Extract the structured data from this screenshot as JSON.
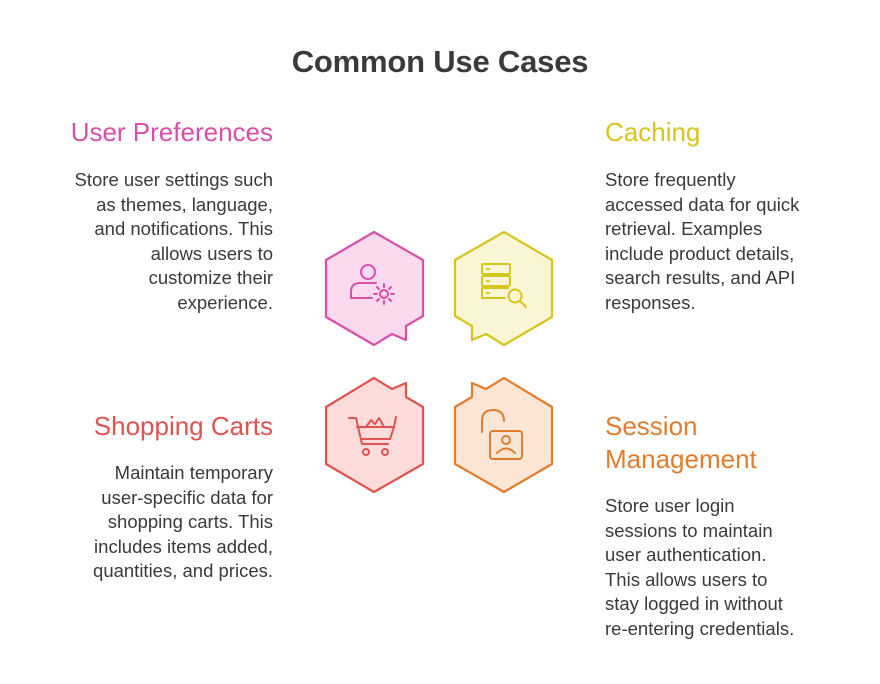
{
  "title": "Common Use Cases",
  "cases": {
    "user_preferences": {
      "heading": "User Preferences",
      "lines": [
        "Store user settings such",
        "as themes, language,",
        "and notifications. This",
        "allows users to",
        "customize their",
        "experience."
      ],
      "color": "#d94fa8",
      "fill": "#fbd9ee",
      "icon": "user-gear-icon"
    },
    "caching": {
      "heading": "Caching",
      "lines": [
        "Store frequently",
        "accessed data for quick",
        "retrieval. Examples",
        "include product details,",
        "search results, and API",
        "responses."
      ],
      "color": "#d6c51c",
      "fill": "#faf6d3",
      "icon": "server-search-icon"
    },
    "shopping_carts": {
      "heading": "Shopping Carts",
      "lines": [
        "Maintain temporary",
        "user-specific data for",
        "shopping carts. This",
        "includes items added,",
        "quantities, and prices."
      ],
      "color": "#e0534f",
      "fill": "#fbdcda",
      "icon": "shopping-cart-icon"
    },
    "session_management": {
      "heading_lines": [
        "Session",
        "Management"
      ],
      "lines": [
        "Store user login",
        "sessions to maintain",
        "user authentication.",
        "This allows users to",
        "stay logged in without",
        "re-entering credentials."
      ],
      "color": "#e17d2c",
      "fill": "#fbe6d5",
      "icon": "unlocked-user-icon"
    }
  }
}
